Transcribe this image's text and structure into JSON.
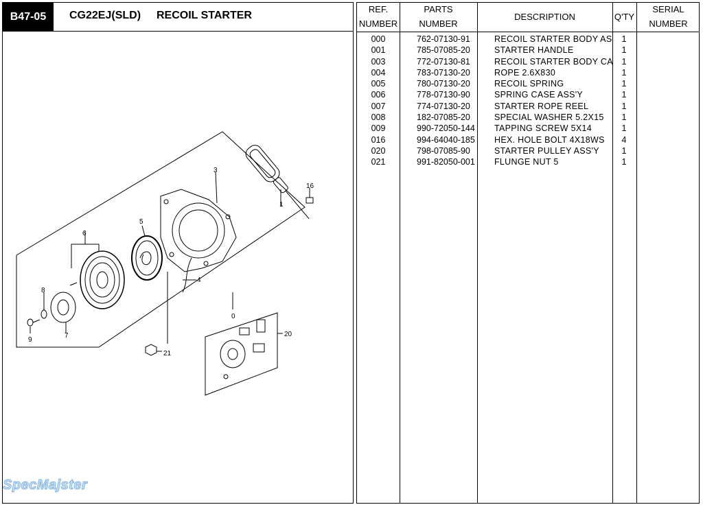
{
  "header": {
    "code": "B47-05",
    "model": "CG22EJ(SLD)",
    "title": "RECOIL STARTER"
  },
  "table": {
    "headers": {
      "ref_1": "REF.",
      "ref_2": "NUMBER",
      "parts_1": "PARTS",
      "parts_2": "NUMBER",
      "desc": "DESCRIPTION",
      "qty": "Q'TY",
      "serial_1": "SERIAL",
      "serial_2": "NUMBER"
    },
    "rows": [
      {
        "ref": "000",
        "part": "762-07130-91",
        "desc": "RECOIL STARTER BODY ASS'Y",
        "qty": "1"
      },
      {
        "ref": "001",
        "part": "785-07085-20",
        "desc": "STARTER HANDLE",
        "qty": "1"
      },
      {
        "ref": "003",
        "part": "772-07130-81",
        "desc": "RECOIL STARTER BODY CASE",
        "qty": "1"
      },
      {
        "ref": "004",
        "part": "783-07130-20",
        "desc": "ROPE 2.6X830",
        "qty": "1"
      },
      {
        "ref": "005",
        "part": "780-07130-20",
        "desc": "RECOIL SPRING",
        "qty": "1"
      },
      {
        "ref": "006",
        "part": "778-07130-90",
        "desc": "SPRING CASE ASS'Y",
        "qty": "1"
      },
      {
        "ref": "007",
        "part": "774-07130-20",
        "desc": "STARTER ROPE REEL",
        "qty": "1"
      },
      {
        "ref": "008",
        "part": "182-07085-20",
        "desc": "SPECIAL WASHER 5.2X15",
        "qty": "1"
      },
      {
        "ref": "009",
        "part": "990-72050-144",
        "desc": "TAPPING SCREW 5X14",
        "qty": "1"
      },
      {
        "ref": "016",
        "part": "994-64040-185",
        "desc": "HEX. HOLE BOLT 4X18WS",
        "qty": "4"
      },
      {
        "ref": "020",
        "part": "798-07085-90",
        "desc": "STARTER PULLEY ASS'Y",
        "qty": "1"
      },
      {
        "ref": "021",
        "part": "991-82050-001",
        "desc": "FLUNGE NUT 5",
        "qty": "1"
      }
    ]
  },
  "diagram": {
    "callouts": {
      "c0": "0",
      "c1": "1",
      "c3": "3",
      "c4": "4",
      "c5": "5",
      "c6": "6",
      "c7": "7",
      "c8": "8",
      "c9": "9",
      "c16": "16",
      "c20": "20",
      "c21": "21"
    }
  },
  "watermark": "SpecMajster"
}
